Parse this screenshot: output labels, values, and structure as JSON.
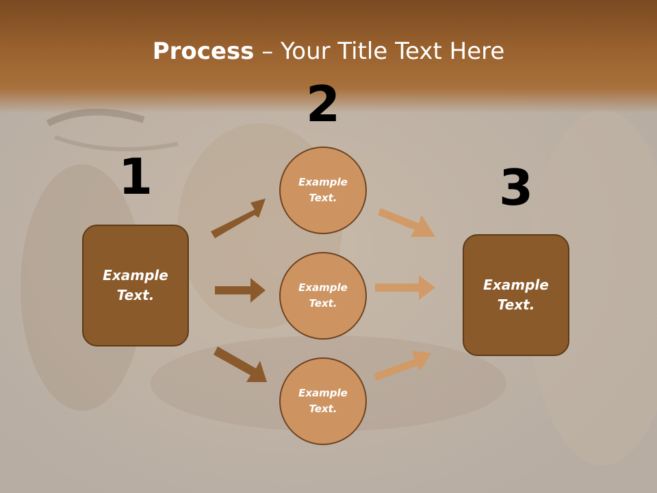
{
  "title": {
    "bold": "Process",
    "rest": " – Your Title Text Here"
  },
  "steps": [
    {
      "number": "1",
      "label": "Example\nText."
    },
    {
      "number": "2"
    },
    {
      "number": "3",
      "label": "Example\nText."
    }
  ],
  "circles": [
    {
      "label": "Example\nText."
    },
    {
      "label": "Example\nText."
    },
    {
      "label": "Example\nText."
    }
  ],
  "colors": {
    "header": "#9a622e",
    "box_fill": "#8b5a2b",
    "circle_fill": "#cd9462",
    "arrow_dark": "#8a5a2c",
    "arrow_light": "#d19a67"
  }
}
